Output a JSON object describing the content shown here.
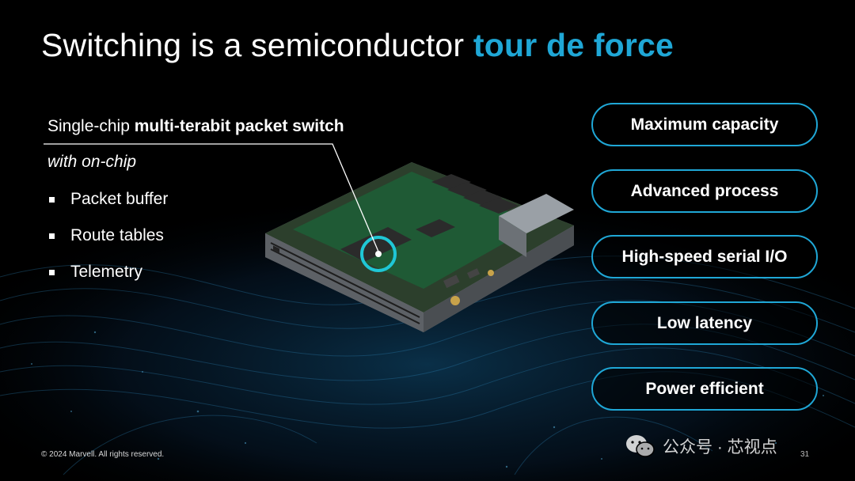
{
  "slide": {
    "title_plain": "Switching is a semiconductor ",
    "title_accent": "tour de force",
    "intro_prefix": "Single-chip ",
    "intro_bold": "multi-terabit packet switch",
    "subtitle": "with on-chip",
    "bullets": [
      "Packet buffer",
      "Route tables",
      "Telemetry"
    ],
    "features": [
      "Maximum capacity",
      "Advanced process",
      "High-speed serial I/O",
      "Low latency",
      "Power efficient"
    ],
    "footer": "© 2024 Marvell. All rights reserved.",
    "page_number": "31",
    "watermark": "公众号 · 芯视点"
  },
  "colors": {
    "accent": "#1fa7d6",
    "background": "#000000",
    "text": "#ffffff"
  },
  "icons": {
    "bullet": "square-bullet-icon",
    "watermark": "wechat-logo-icon"
  }
}
